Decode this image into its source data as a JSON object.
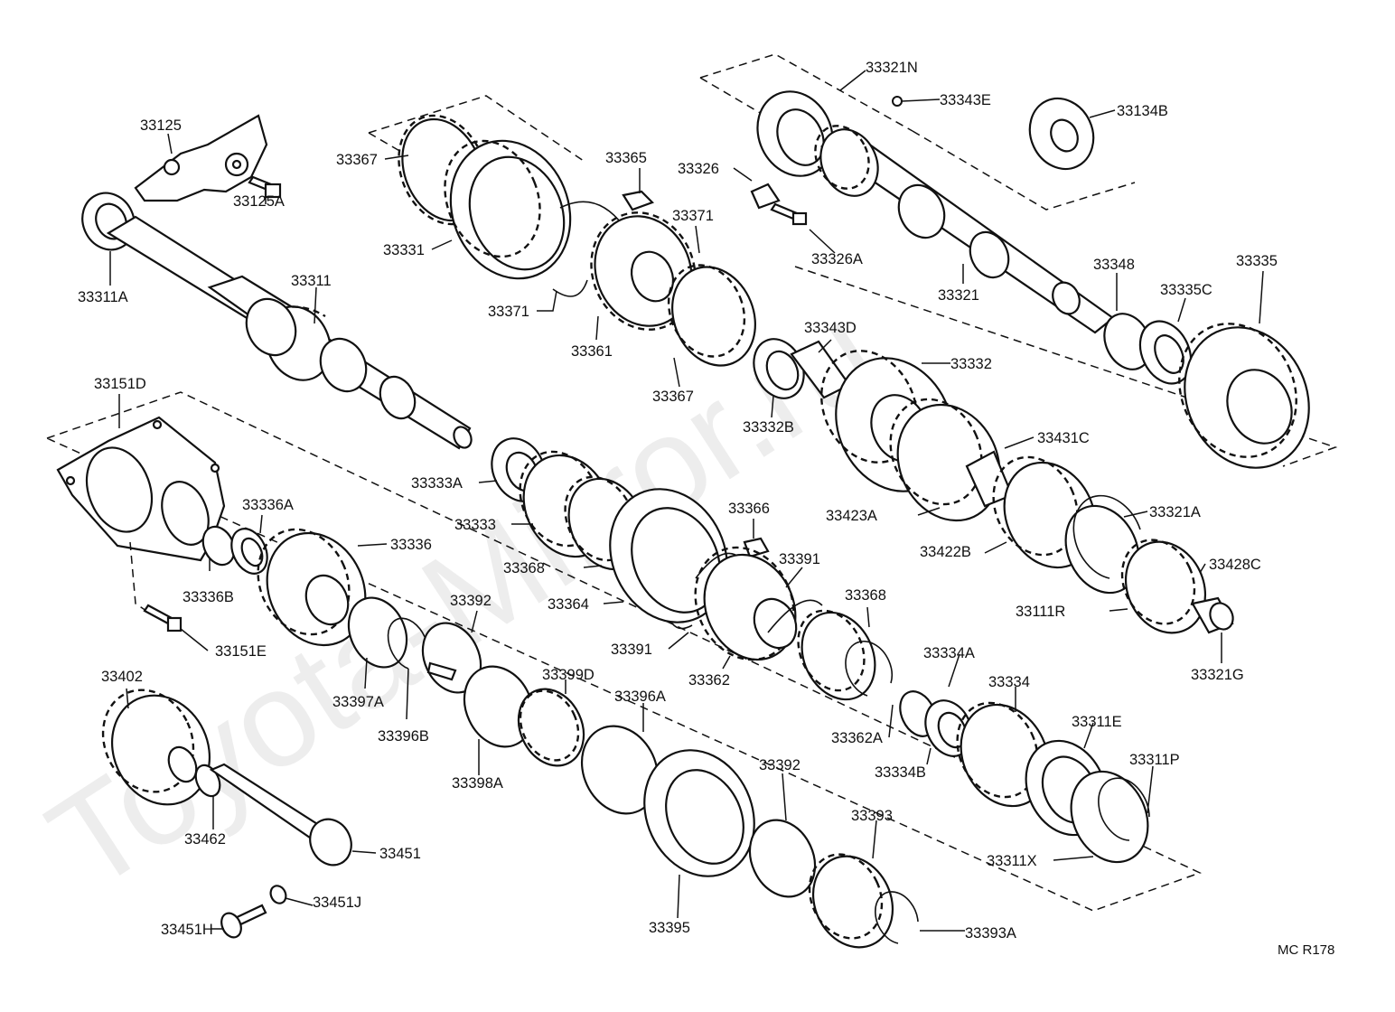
{
  "watermark": "Toyota-Mirror.ru",
  "figure_code": "MC R178",
  "callouts": [
    {
      "id": "c1",
      "text": "33125"
    },
    {
      "id": "c2",
      "text": "33125A"
    },
    {
      "id": "c3",
      "text": "33311A"
    },
    {
      "id": "c4",
      "text": "33311"
    },
    {
      "id": "c5",
      "text": "33367"
    },
    {
      "id": "c6",
      "text": "33331"
    },
    {
      "id": "c7",
      "text": "33365"
    },
    {
      "id": "c8",
      "text": "33371"
    },
    {
      "id": "c9",
      "text": "33371"
    },
    {
      "id": "c10",
      "text": "33361"
    },
    {
      "id": "c11",
      "text": "33367"
    },
    {
      "id": "c12",
      "text": "33326"
    },
    {
      "id": "c13",
      "text": "33326A"
    },
    {
      "id": "c14",
      "text": "33321N"
    },
    {
      "id": "c15",
      "text": "33343E"
    },
    {
      "id": "c16",
      "text": "33134B"
    },
    {
      "id": "c17",
      "text": "33321"
    },
    {
      "id": "c18",
      "text": "33348"
    },
    {
      "id": "c19",
      "text": "33335C"
    },
    {
      "id": "c20",
      "text": "33335"
    },
    {
      "id": "c21",
      "text": "33151D"
    },
    {
      "id": "c22",
      "text": "33343D"
    },
    {
      "id": "c23",
      "text": "33332"
    },
    {
      "id": "c24",
      "text": "33332B"
    },
    {
      "id": "c25",
      "text": "33431C"
    },
    {
      "id": "c26",
      "text": "33333A"
    },
    {
      "id": "c27",
      "text": "33333"
    },
    {
      "id": "c28",
      "text": "33423A"
    },
    {
      "id": "c29",
      "text": "33321A"
    },
    {
      "id": "c30",
      "text": "33336A"
    },
    {
      "id": "c31",
      "text": "33336"
    },
    {
      "id": "c32",
      "text": "33368"
    },
    {
      "id": "c33",
      "text": "33366"
    },
    {
      "id": "c34",
      "text": "33391"
    },
    {
      "id": "c35",
      "text": "33422B"
    },
    {
      "id": "c36",
      "text": "33428C"
    },
    {
      "id": "c37",
      "text": "33336B"
    },
    {
      "id": "c38",
      "text": "33364"
    },
    {
      "id": "c39",
      "text": "33368"
    },
    {
      "id": "c40",
      "text": "33111R"
    },
    {
      "id": "c41",
      "text": "33392"
    },
    {
      "id": "c42",
      "text": "33391"
    },
    {
      "id": "c43",
      "text": "33362"
    },
    {
      "id": "c44",
      "text": "33321G"
    },
    {
      "id": "c45",
      "text": "33151E"
    },
    {
      "id": "c46",
      "text": "33399D"
    },
    {
      "id": "c47",
      "text": "33334A"
    },
    {
      "id": "c48",
      "text": "33402"
    },
    {
      "id": "c49",
      "text": "33397A"
    },
    {
      "id": "c50",
      "text": "33396A"
    },
    {
      "id": "c51",
      "text": "33334"
    },
    {
      "id": "c52",
      "text": "33396B"
    },
    {
      "id": "c53",
      "text": "33362A"
    },
    {
      "id": "c54",
      "text": "33311E"
    },
    {
      "id": "c55",
      "text": "33311P"
    },
    {
      "id": "c56",
      "text": "33334B"
    },
    {
      "id": "c57",
      "text": "33398A"
    },
    {
      "id": "c58",
      "text": "33392"
    },
    {
      "id": "c59",
      "text": "33462"
    },
    {
      "id": "c60",
      "text": "33393"
    },
    {
      "id": "c61",
      "text": "33451"
    },
    {
      "id": "c62",
      "text": "33311X"
    },
    {
      "id": "c63",
      "text": "33451J"
    },
    {
      "id": "c64",
      "text": "33395"
    },
    {
      "id": "c65",
      "text": "33451H"
    },
    {
      "id": "c66",
      "text": "33393A"
    }
  ]
}
